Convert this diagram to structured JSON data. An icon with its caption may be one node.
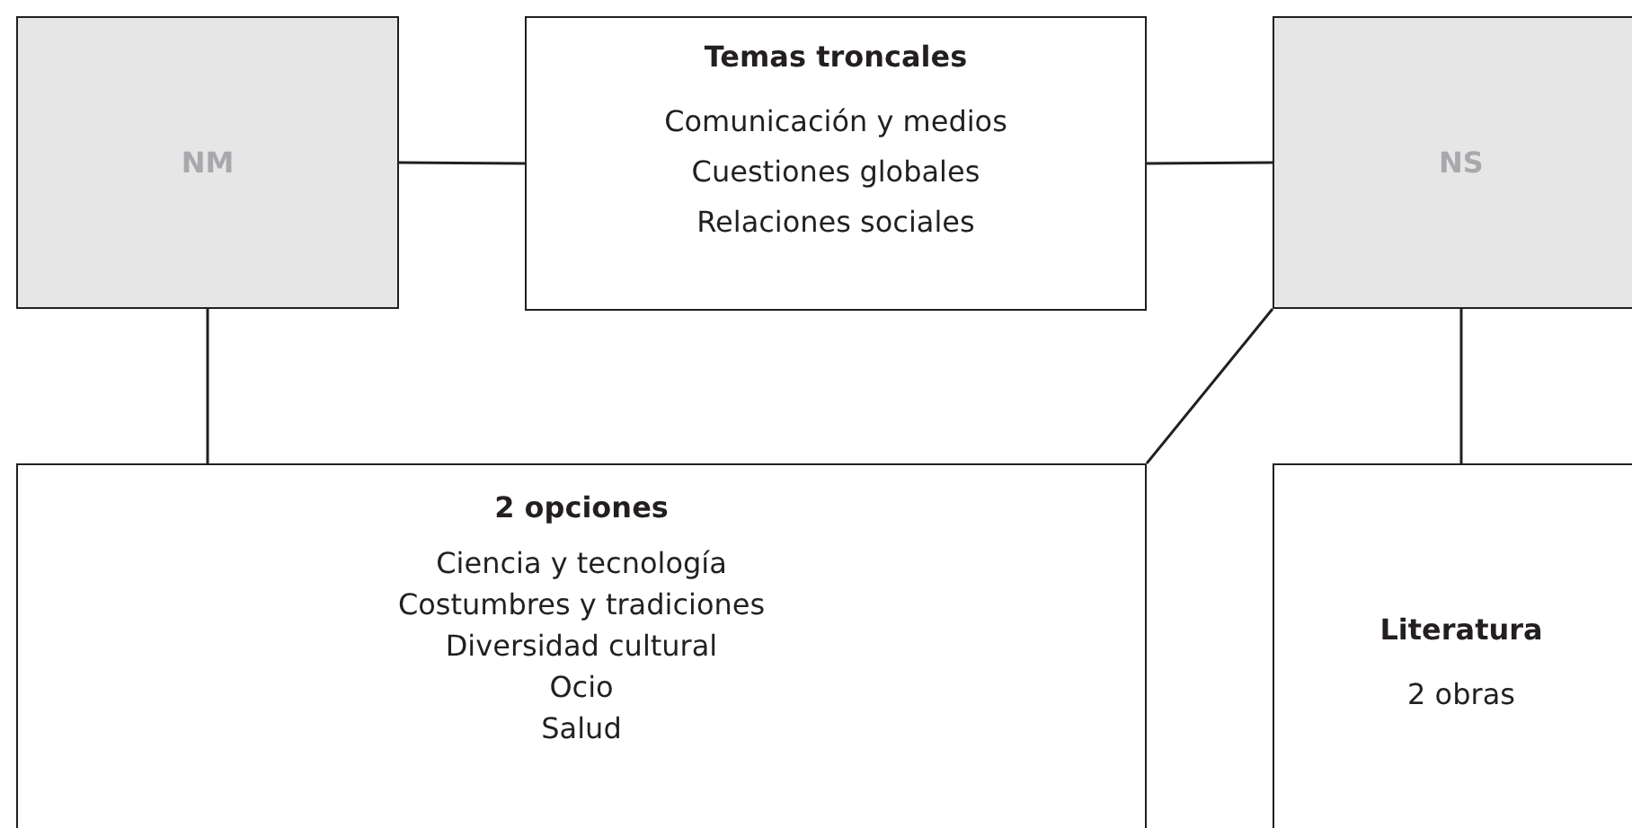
{
  "diagram": {
    "nodes": [
      {
        "text": [
          "NM"
        ]
      },
      {
        "text": [
          "Temas troncales",
          "Comunicación y medios",
          "Cuestiones globales",
          "Relaciones sociales"
        ]
      },
      {
        "text": [
          "NS"
        ]
      },
      {
        "text": [
          "2 opciones",
          "Ciencia y tecnología",
          "Costumbres y tradiciones",
          "Diversidad cultural",
          "Ocio",
          "Salud"
        ]
      },
      {
        "text": [
          "Literatura",
          "2 obras"
        ]
      }
    ],
    "edges": [
      {
        "from": 0,
        "to": 1,
        "arrow": "none"
      },
      {
        "from": 1,
        "to": 2,
        "arrow": "none"
      },
      {
        "from": 0,
        "to": 3,
        "arrow": "none"
      },
      {
        "from": 2,
        "to": 3,
        "arrow": "none"
      },
      {
        "from": 2,
        "to": 4,
        "arrow": "none"
      }
    ]
  }
}
